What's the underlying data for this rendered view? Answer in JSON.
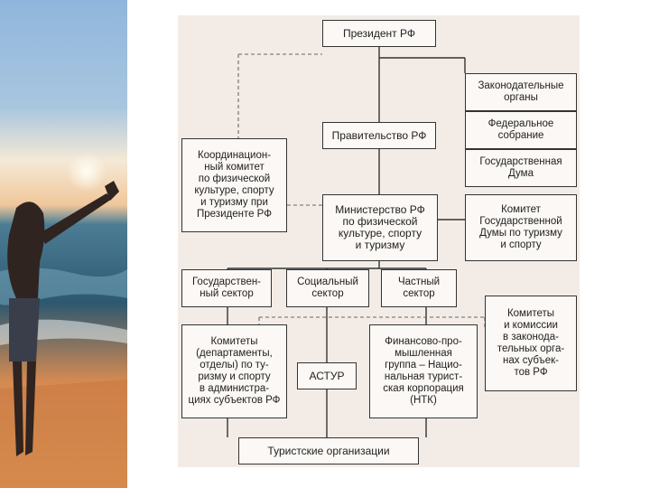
{
  "nodes": {
    "president": "Президент РФ",
    "legislative": "Законодательные\nорганы",
    "government": "Правительство РФ",
    "federal_assembly": "Федеральное\nсобрание",
    "state_duma": "Государственная\nДума",
    "coordination_committee": "Координацион-\nный комитет\nпо физической\nкультуре, спорту\nи туризму при\nПрезиденте РФ",
    "ministry": "Министерство РФ\nпо физической\nкультуре, спорту\nи туризму",
    "duma_committee": "Комитет\nГосударственной\nДумы по туризму\nи спорту",
    "state_sector": "Государствен-\nный сектор",
    "social_sector": "Социальный\nсектор",
    "private_sector": "Частный\nсектор",
    "regional_committees": "Комитеты\nи комиссии\nв законода-\nтельных орга-\nнах субъек-\nтов РФ",
    "departments": "Комитеты\n(департаменты,\nотделы) по ту-\nризму и спорту\nв администра-\nциях субъектов РФ",
    "astur": "АСТУР",
    "financial_group": "Финансово-про-\nмышленная\nгруппа – Нацио-\nнальная турист-\nская корпорация\n(НТК)",
    "tourist_orgs": "Туристские организации"
  },
  "colors": {
    "background": "#f3ece6",
    "box_fill": "#fbf8f5",
    "border": "#333333",
    "dashed_line": "#666666"
  }
}
